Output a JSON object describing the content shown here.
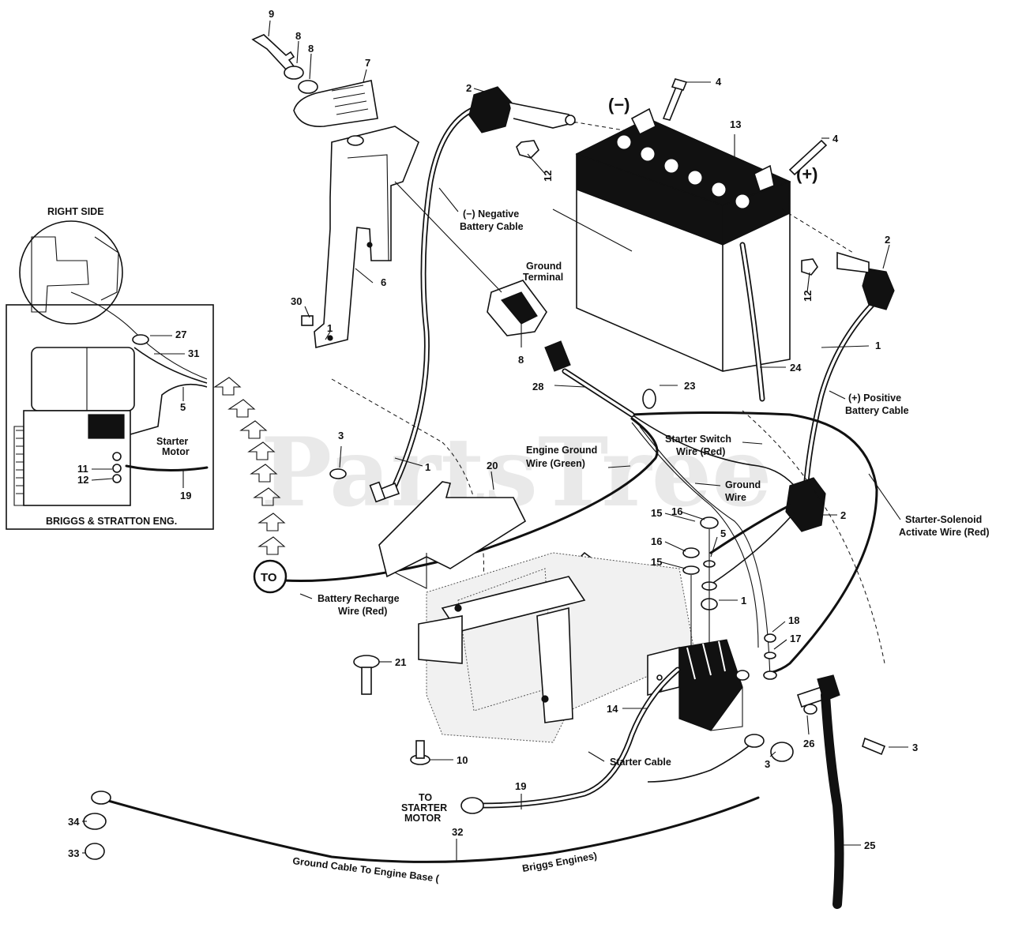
{
  "watermark": "PartsTree",
  "inset": {
    "title": "RIGHT SIDE",
    "footer": "BRIGGS & STRATTON ENG.",
    "starter_motor_line1": "Starter",
    "starter_motor_line2": "Motor",
    "numbers": {
      "n27": "27",
      "n31": "31",
      "n5": "5",
      "n11": "11",
      "n12": "12",
      "n19": "19"
    }
  },
  "polarity": {
    "negative": "(−)",
    "positive": "(+)"
  },
  "callouts": {
    "n9": "9",
    "n8a": "8",
    "n8b": "8",
    "n7": "7",
    "n2_top": "2",
    "n4_top": "4",
    "n4_mid": "4",
    "n12_top": "12",
    "n13": "13",
    "n2_right": "2",
    "n12_right": "12",
    "n6": "6",
    "n30": "30",
    "n1_bracket": "1",
    "n8_terminal": "8",
    "n1_right": "1",
    "n24": "24",
    "n23": "23",
    "n28": "28",
    "n3_left": "3",
    "n1_cable": "1",
    "n20": "20",
    "n2_harness": "2",
    "n15a": "15",
    "n16a": "16",
    "n5": "5",
    "n16b": "16",
    "n15b": "15",
    "n1_sol": "1",
    "n18": "18",
    "n17": "17",
    "n21": "21",
    "n14": "14",
    "n26": "26",
    "n3_right": "3",
    "n10": "10",
    "n3_bottom": "3",
    "n19": "19",
    "n34": "34",
    "n33": "33",
    "n32": "32",
    "n25": "25"
  },
  "labels": {
    "negative_cable_1": "(−) Negative",
    "negative_cable_2": "Battery Cable",
    "ground_terminal_1": "Ground",
    "ground_terminal_2": "Terminal",
    "positive_cable_1": "(+) Positive",
    "positive_cable_2": "Battery Cable",
    "starter_switch_1": "Starter Switch",
    "starter_switch_2": "Wire (Red)",
    "engine_ground_1": "Engine Ground",
    "engine_ground_2": "Wire (Green)",
    "ground_wire_1": "Ground",
    "ground_wire_2": "Wire",
    "solenoid_wire_1": "Starter-Solenoid",
    "solenoid_wire_2": "Activate Wire (Red)",
    "to_circle": "TO",
    "recharge_1": "Battery Recharge",
    "recharge_2": "Wire (Red)",
    "starter_cable": "Starter Cable",
    "to_starter_1": "TO",
    "to_starter_2": "STARTER",
    "to_starter_3": "MOTOR",
    "ground_cable_a": "Ground Cable To Engine Base (",
    "ground_cable_b": "Briggs Engines)"
  }
}
